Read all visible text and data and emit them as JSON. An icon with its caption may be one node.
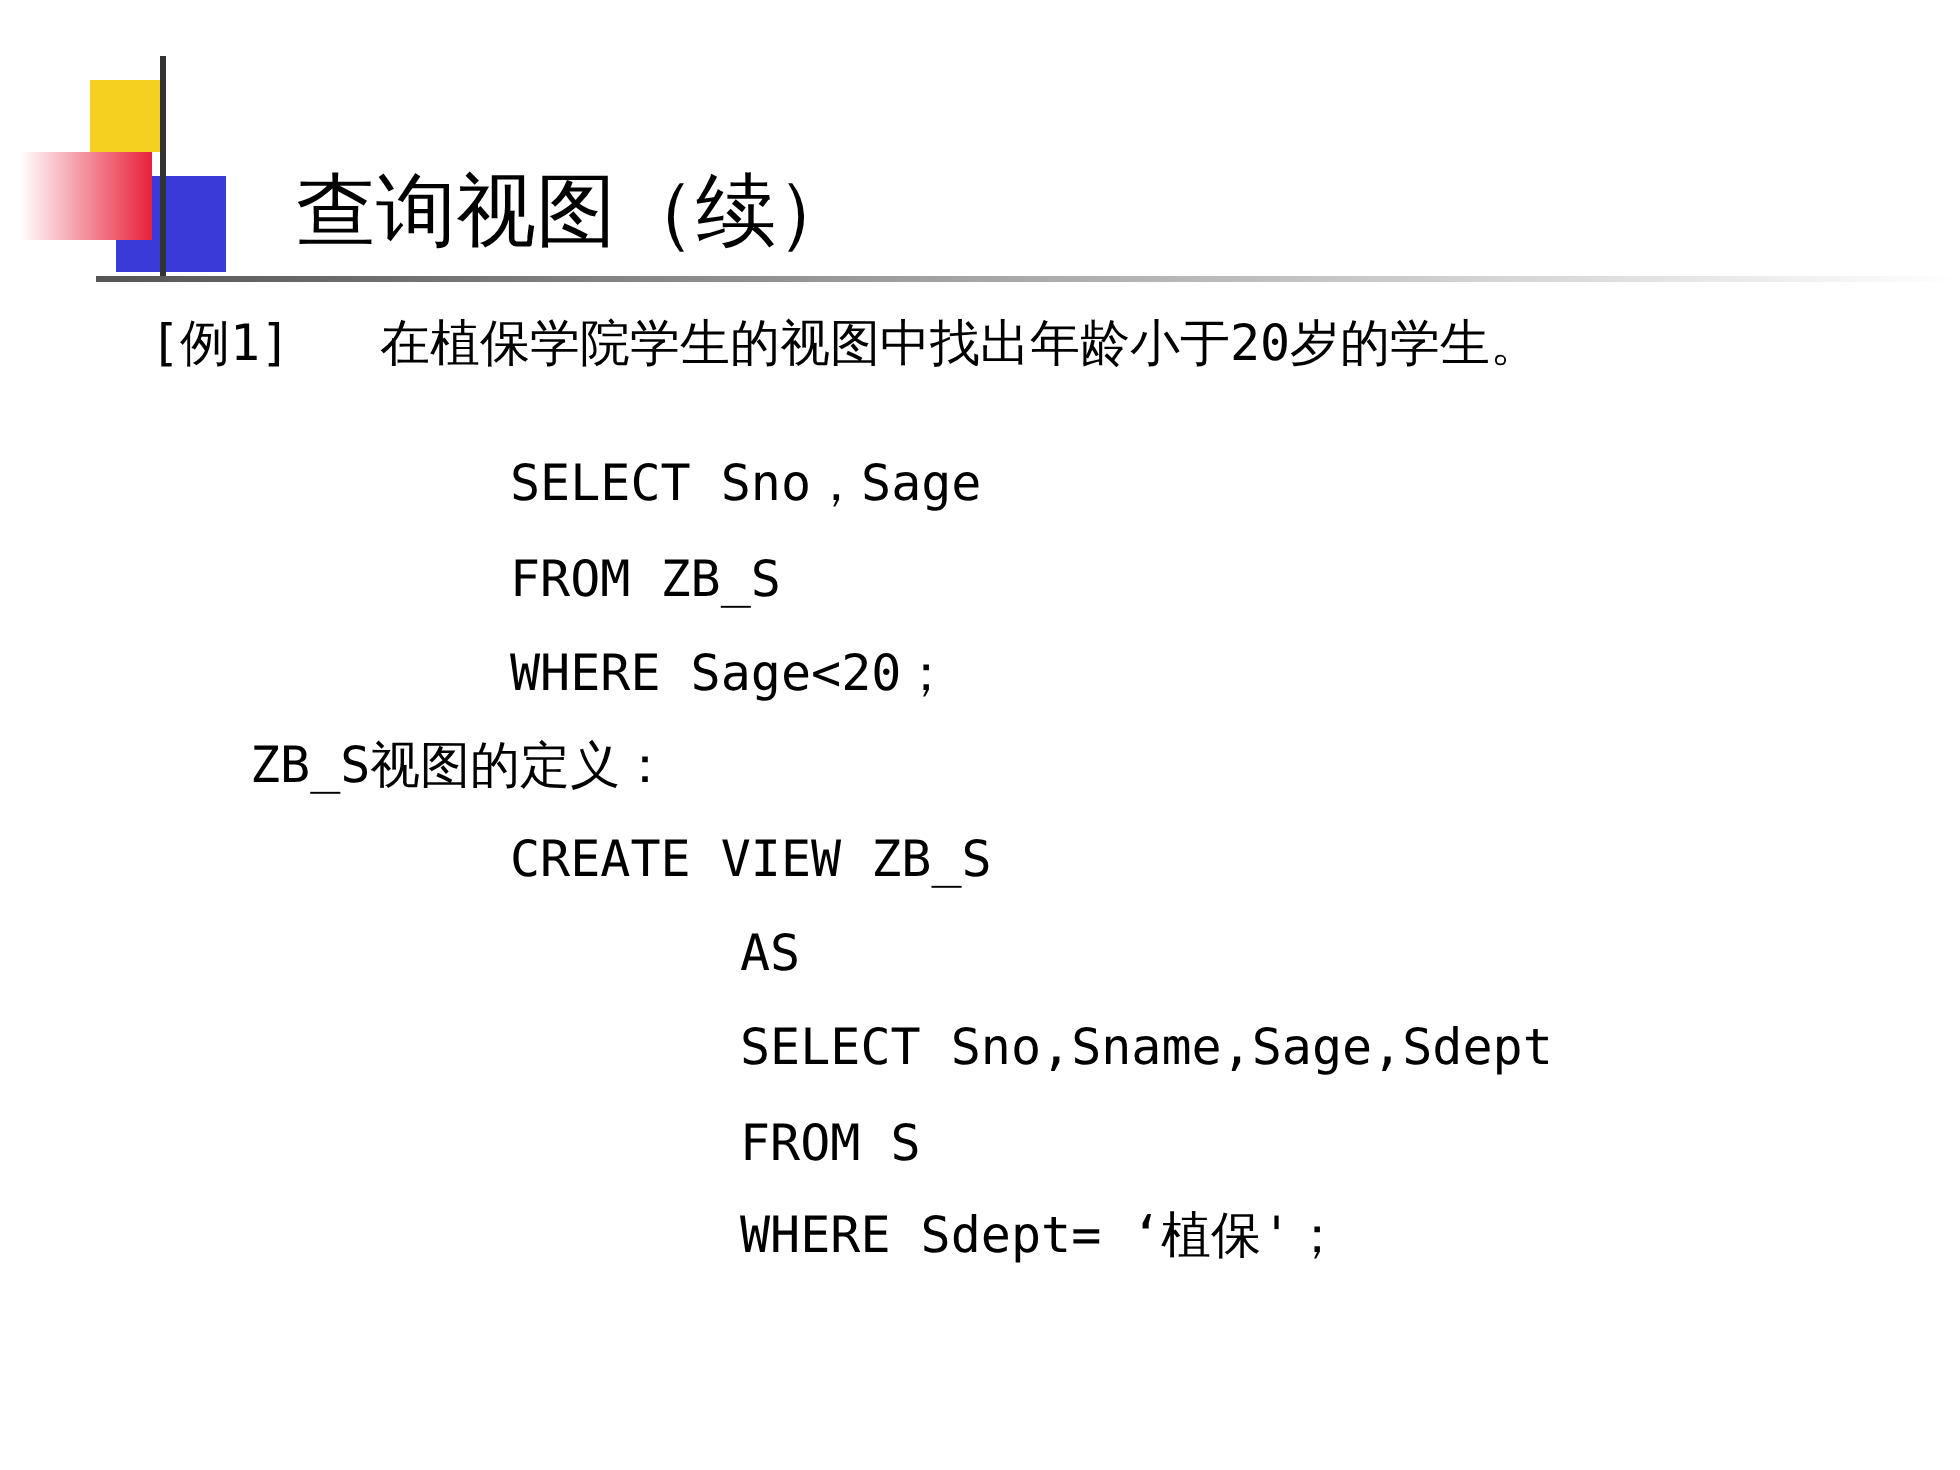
{
  "diagram": {
    "title": "查询视图（续）",
    "labels": [
      "[例1]",
      "在植保学院学生的视图中找出年龄小于20岁的学生。",
      "SELECT Sno，Sage",
      "FROM ZB_S",
      "WHERE Sage<20；",
      "ZB_S视图的定义：",
      "CREATE VIEW ZB_S",
      "AS",
      "SELECT Sno,Sname,Sage,Sdept",
      "FROM S",
      "WHERE Sdept= ‘植保'；"
    ]
  }
}
